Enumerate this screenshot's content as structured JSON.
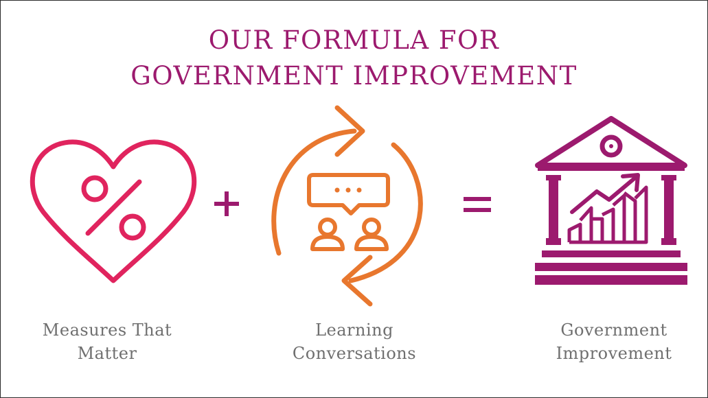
{
  "title": {
    "line1": "OUR FORMULA FOR",
    "line2": "GOVERNMENT IMPROVEMENT"
  },
  "operators": {
    "plus": "+",
    "equals": "="
  },
  "items": [
    {
      "icon": "heart-percent-icon",
      "caption_line1": "Measures That",
      "caption_line2": "Matter",
      "color": "#e0245e"
    },
    {
      "icon": "conversation-cycle-icon",
      "caption_line1": "Learning",
      "caption_line2": "Conversations",
      "color": "#e8772e"
    },
    {
      "icon": "government-building-chart-icon",
      "caption_line1": "Government",
      "caption_line2": "Improvement",
      "color": "#9c1a6e"
    }
  ],
  "colors": {
    "title": "#9c1a6e",
    "caption": "#6f6f6f",
    "operator": "#9c1a6e"
  }
}
